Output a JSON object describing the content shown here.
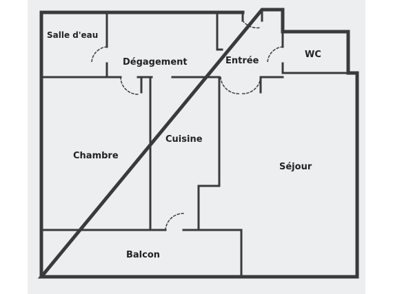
{
  "plan": {
    "rooms": {
      "salle_deau": "Salle d'eau",
      "degagement": "Dégagement",
      "entree": "Entrée",
      "wc": "WC",
      "chambre": "Chambre",
      "cuisine": "Cuisine",
      "sejour": "Séjour",
      "balcon": "Balcon"
    }
  },
  "colors": {
    "paper": "#eceeef",
    "wall": "#3a3a3a",
    "margin": "#ffffff"
  }
}
